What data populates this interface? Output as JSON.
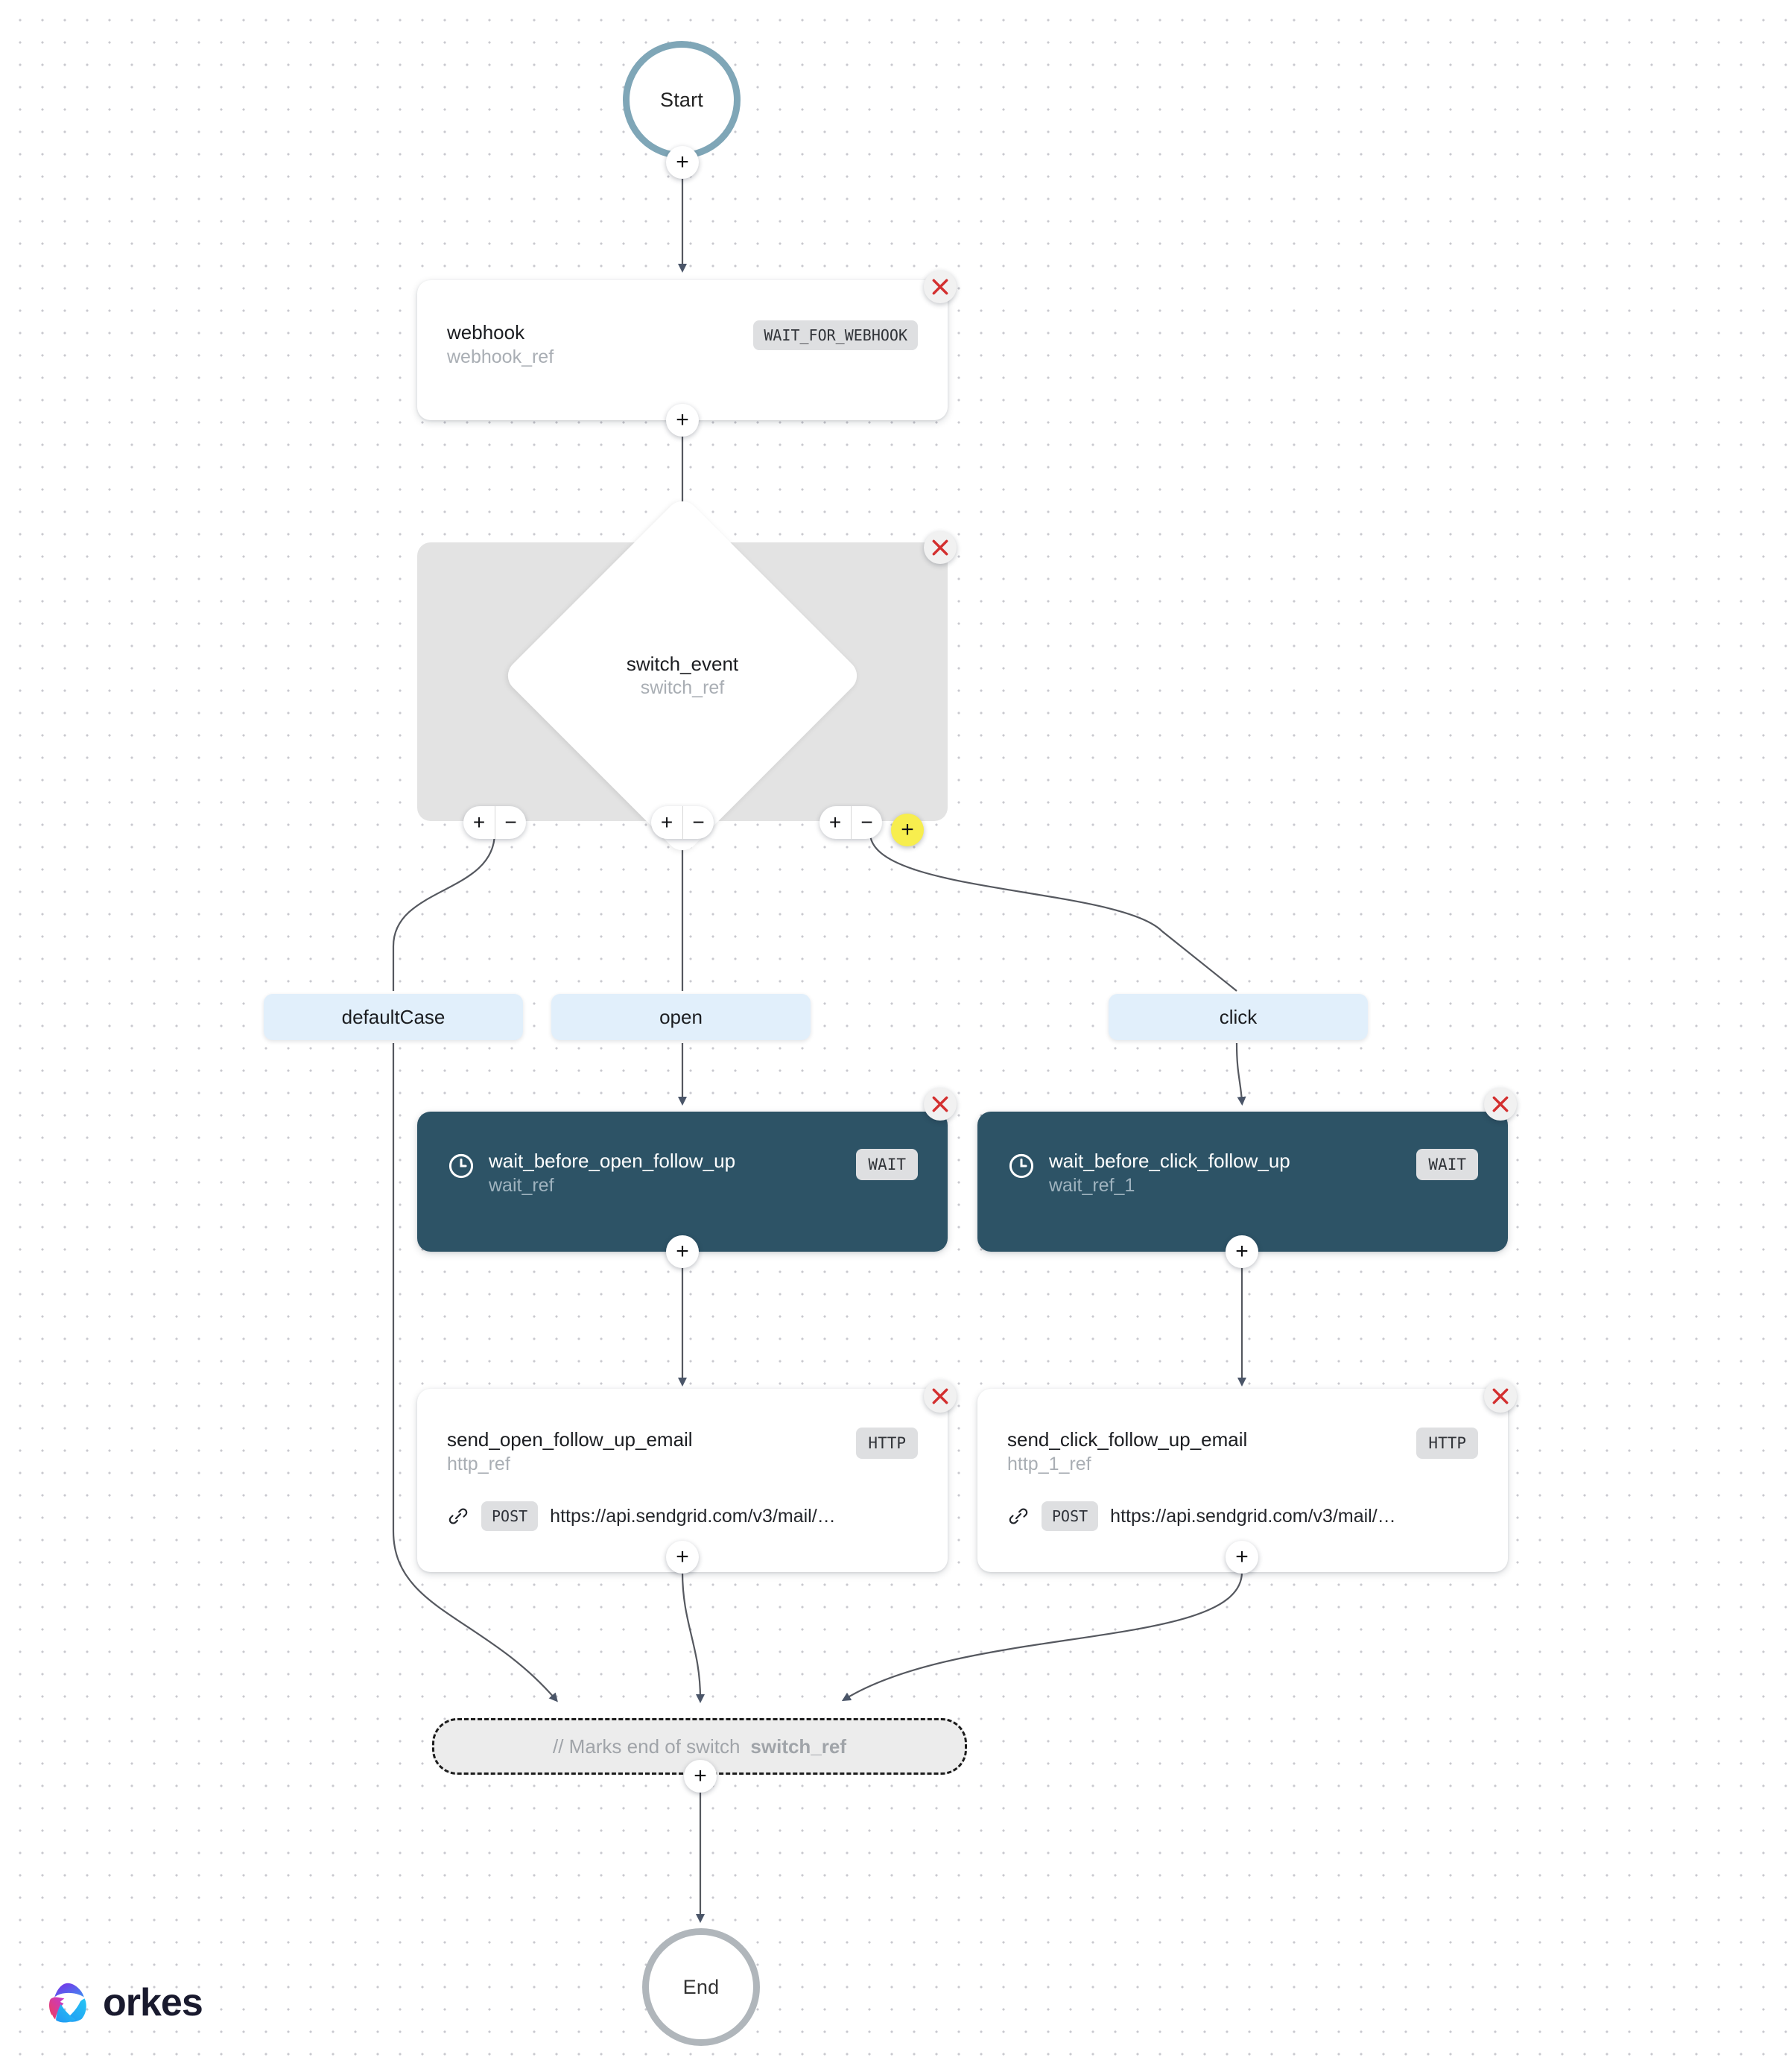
{
  "diagram": {
    "title": "Conductor workflow editor canvas",
    "brand": {
      "name": "orkes",
      "colors": {
        "pink": "#ee3d63",
        "violet": "#7c2ae8",
        "cyan": "#26c6f5",
        "text": "#191a2e"
      }
    },
    "accent_colors": {
      "start_ring": "#7fa6b7",
      "end_ring": "#b0b6bb",
      "wait_card": "#2d5366",
      "case_pill": "#e1effb",
      "add_case": "#f7ee4e",
      "delete_x": "#d32f2f",
      "edge": "#55585f"
    }
  },
  "nodes": {
    "start": {
      "label": "Start"
    },
    "webhook": {
      "name": "webhook",
      "ref": "webhook_ref",
      "type": "WAIT_FOR_WEBHOOK"
    },
    "switch": {
      "name": "switch_event",
      "ref": "switch_ref"
    },
    "cases": [
      {
        "label": "defaultCase"
      },
      {
        "label": "open"
      },
      {
        "label": "click"
      }
    ],
    "wait_open": {
      "name": "wait_before_open_follow_up",
      "ref": "wait_ref",
      "type": "WAIT",
      "icon": "clock-icon"
    },
    "wait_click": {
      "name": "wait_before_click_follow_up",
      "ref": "wait_ref_1",
      "type": "WAIT",
      "icon": "clock-icon"
    },
    "http_open": {
      "name": "send_open_follow_up_email",
      "ref": "http_ref",
      "type": "HTTP",
      "method": "POST",
      "url": "https://api.sendgrid.com/v3/mail/…",
      "icon": "link-icon"
    },
    "http_click": {
      "name": "send_click_follow_up_email",
      "ref": "http_1_ref",
      "type": "HTTP",
      "method": "POST",
      "url": "https://api.sendgrid.com/v3/mail/…",
      "icon": "link-icon"
    },
    "end_switch": {
      "comment": "// Marks end of switch",
      "ref": "switch_ref"
    },
    "end": {
      "label": "End"
    }
  },
  "controls": {
    "plus": "+",
    "minus": "−",
    "add_case": "+",
    "delete": "close-icon"
  }
}
